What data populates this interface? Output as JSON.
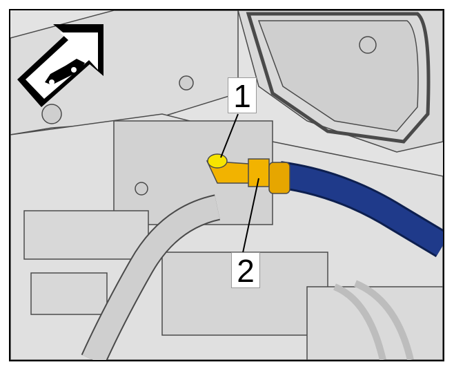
{
  "callouts": [
    {
      "id": "callout-1",
      "label": "1"
    },
    {
      "id": "callout-2",
      "label": "2"
    }
  ],
  "icons": {
    "direction": "forward-direction-car-arrow-icon"
  },
  "colors": {
    "background": "#e3e3e3",
    "part_outline": "#4a4a4a",
    "cable": "#1f3a8a",
    "terminal": "#f2b300",
    "nut": "#f7e400"
  }
}
